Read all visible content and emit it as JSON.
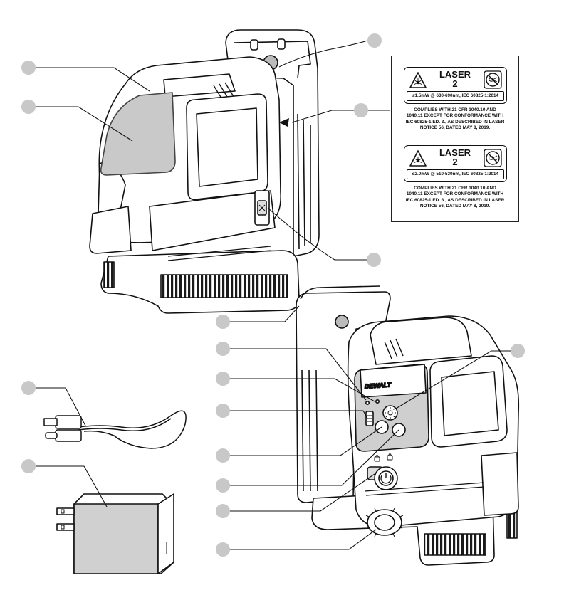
{
  "callout_color": "#c8c8c8",
  "warning_labels": [
    {
      "laser_word": "LASER",
      "laser_class": "2",
      "spec": "≤1.5mW @ 630-690nm, IEC 60825-1:2014",
      "compliance": [
        "COMPLIES WITH 21 CFR 1040.10 AND",
        "1040.11 EXCEPT FOR CONFORMANCE WITH",
        "IEC 60825-1 ED. 3., AS DESCRIBED IN LASER",
        "NOTICE 56, DATED MAY 8, 2019."
      ]
    },
    {
      "laser_word": "LASER",
      "laser_class": "2",
      "spec": "≤2.0mW @ 510-530nm, IEC 60825-1:2014",
      "compliance": [
        "COMPLIES WITH 21 CFR 1040.10 AND",
        "1040.11 EXCEPT FOR CONFORMANCE WITH",
        "IEC 60825-1 ED. 3., AS DESCRIBED IN LASER",
        "NOTICE 56, DATED MAY 8, 2019."
      ]
    }
  ],
  "brand_logo": "DEWALT",
  "icons": [
    "laser-warning-icon",
    "do-not-stare-icon"
  ]
}
